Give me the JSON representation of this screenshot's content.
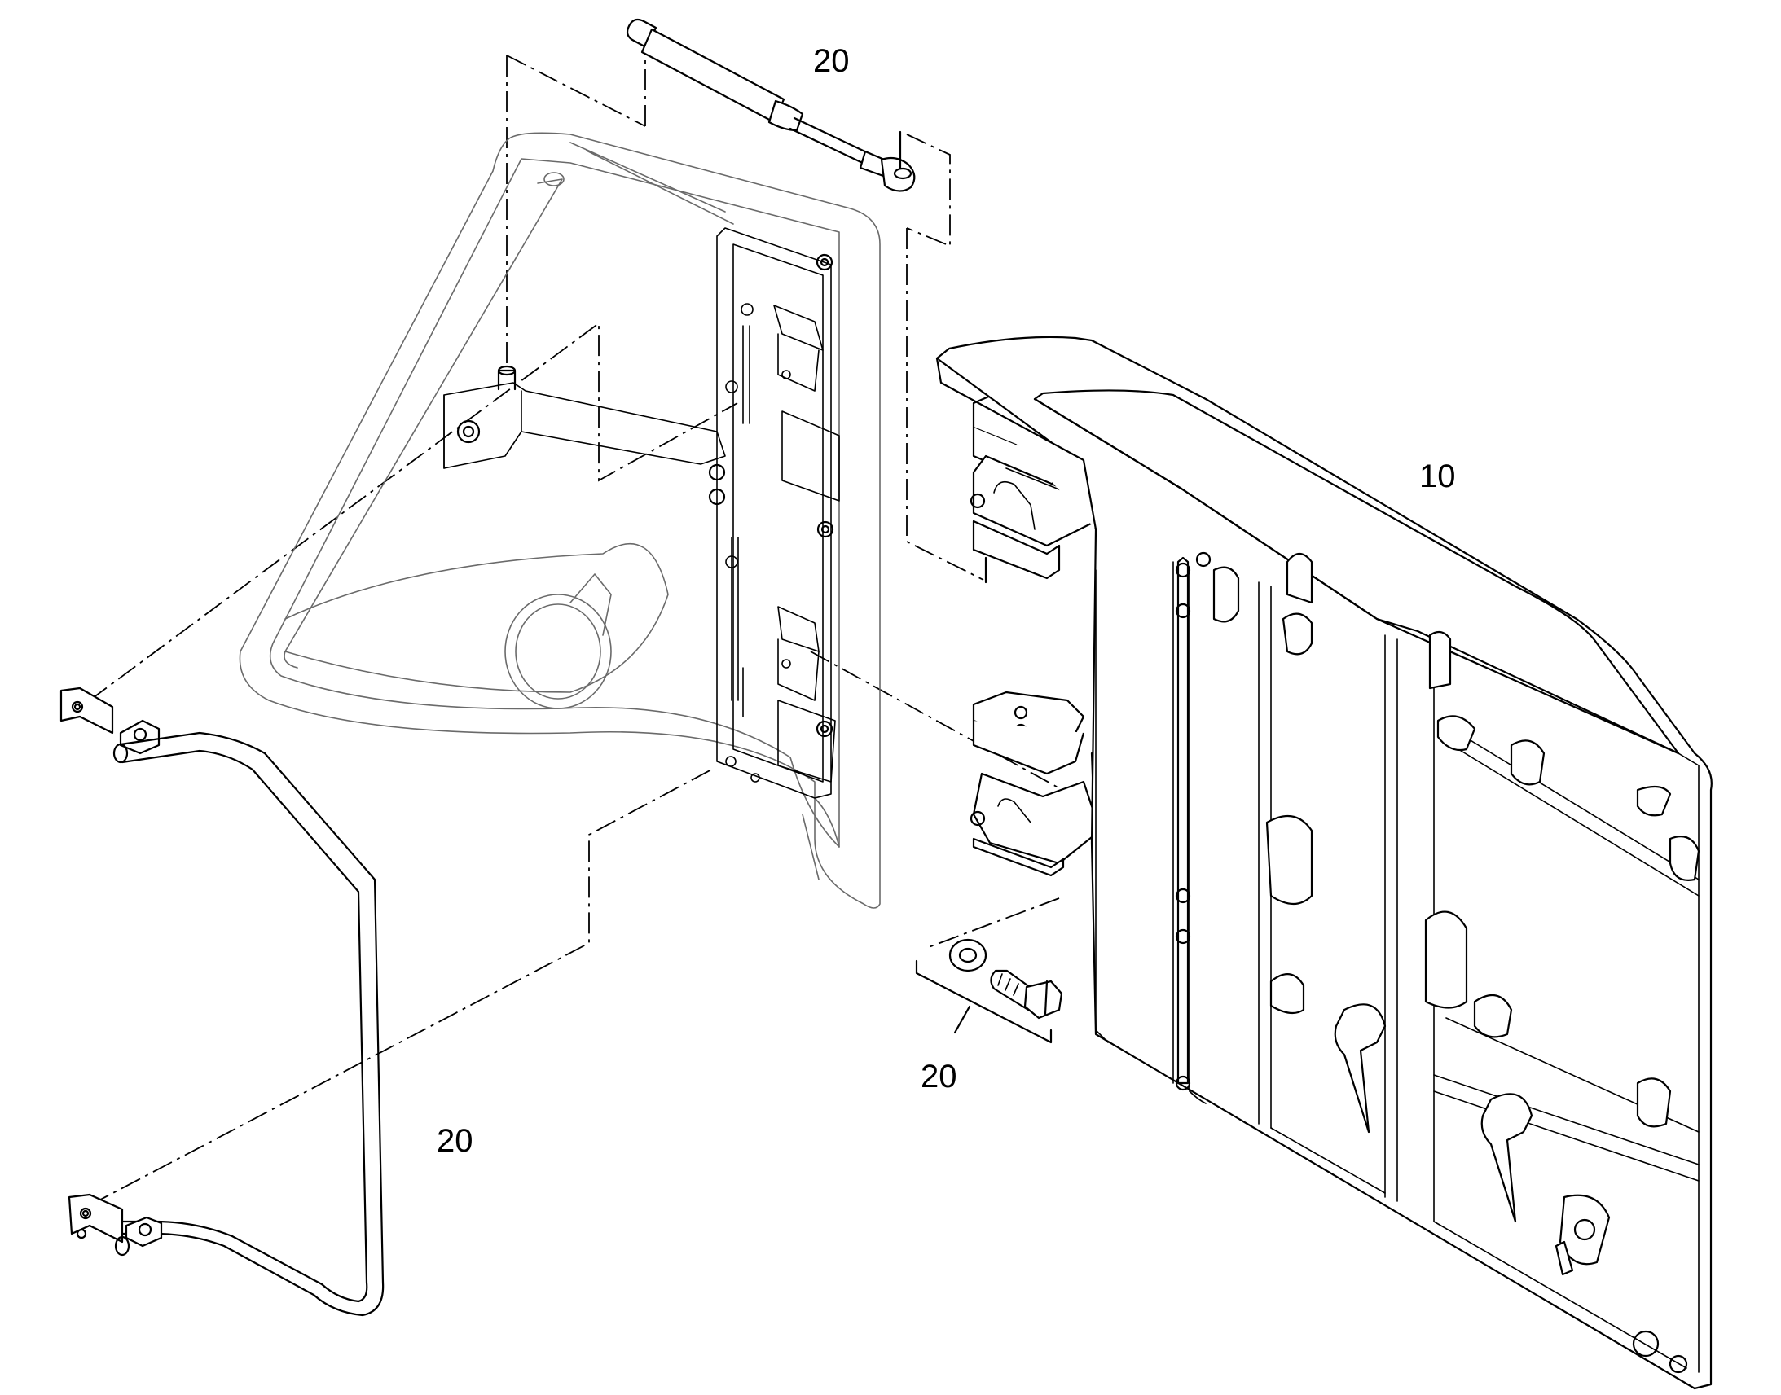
{
  "callouts": {
    "gas_strut": "20",
    "panel": "10",
    "bolt_kit": "20",
    "handle": "20"
  },
  "colors": {
    "line": "#000000",
    "ghost_line": "#6a6a6a",
    "background": "#ffffff"
  }
}
